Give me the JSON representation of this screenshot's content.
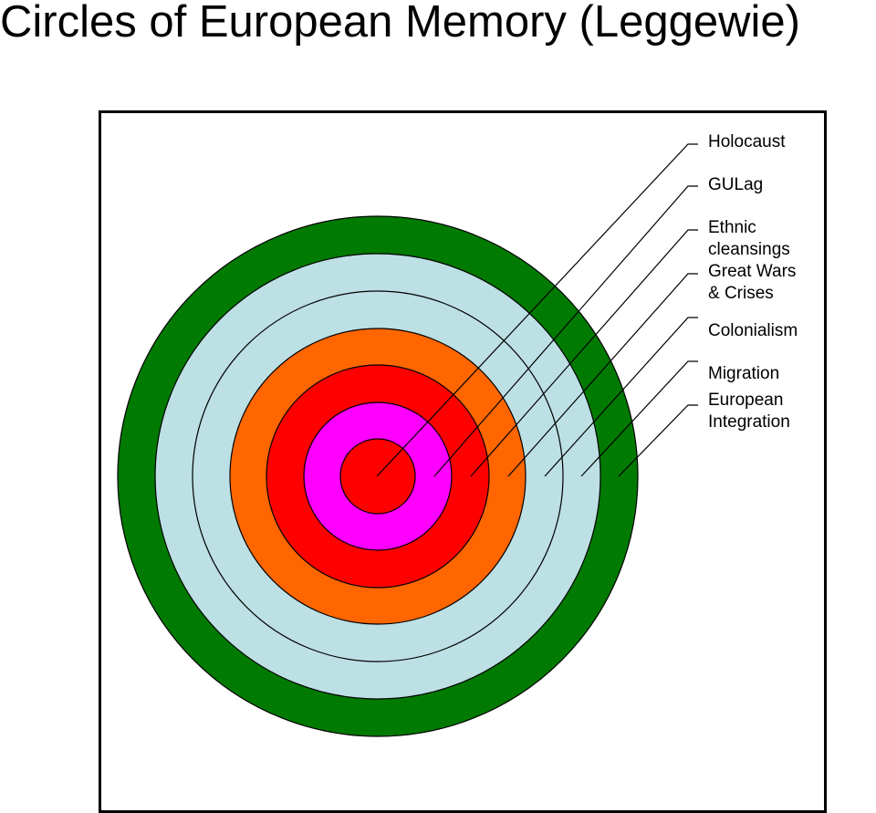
{
  "title": "Circles of European Memory (Leggewie)",
  "rings": [
    {
      "name": "Holocaust",
      "label_lines": [
        "Holocaust"
      ],
      "color": "#FF0000"
    },
    {
      "name": "GULag",
      "label_lines": [
        "GULag"
      ],
      "color": "#FF00FF"
    },
    {
      "name": "Ethnic cleansings",
      "label_lines": [
        "Ethnic",
        "cleansings"
      ],
      "color": "#FF0000"
    },
    {
      "name": "Great Wars & Crises",
      "label_lines": [
        "Great Wars",
        "& Crises"
      ],
      "color": "#FF6600"
    },
    {
      "name": "Colonialism",
      "label_lines": [
        "Colonialism"
      ],
      "color": "#BCE0E4"
    },
    {
      "name": "Migration",
      "label_lines": [
        "Migration"
      ],
      "color": "#BCE0E4"
    },
    {
      "name": "European Integration",
      "label_lines": [
        "European",
        "Integration"
      ],
      "color": "#007A00"
    }
  ]
}
